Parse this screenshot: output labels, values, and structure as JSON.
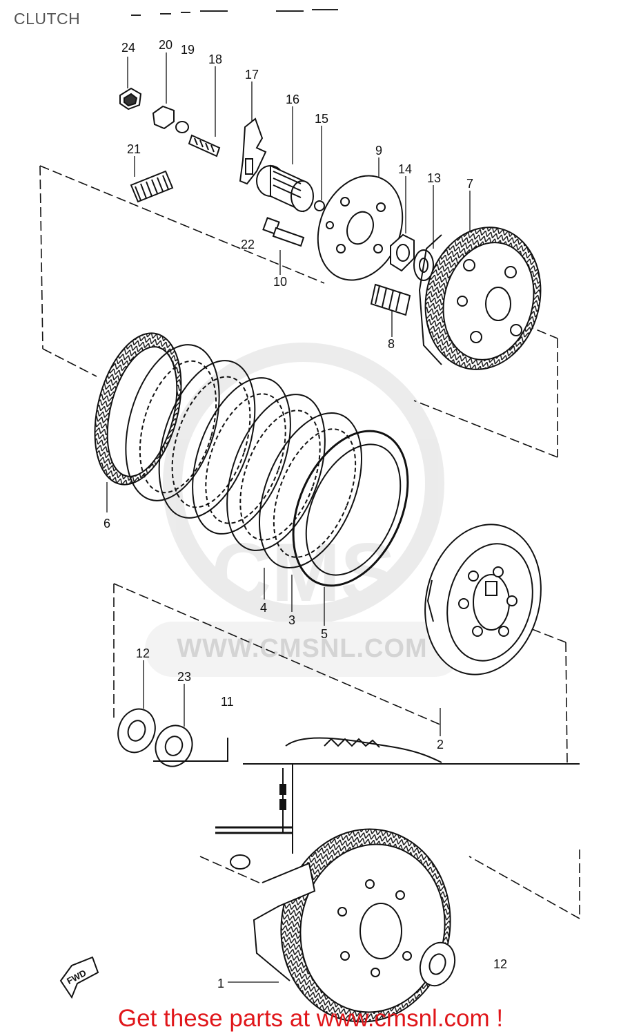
{
  "page": {
    "title": "CLUTCH",
    "watermark": "WWW.CMSNL.COM",
    "watermark_logo": "CMS",
    "footer": "Get these parts at www.cmsnl.com !",
    "fwd_label": "FWD"
  },
  "colors": {
    "footer_text": "#e0161a",
    "title_text": "#555555",
    "line_art": "#111111",
    "watermark": "#d9d9d9"
  },
  "callouts": [
    {
      "id": "label-24",
      "text": "24"
    },
    {
      "id": "label-20",
      "text": "20"
    },
    {
      "id": "label-19",
      "text": "19"
    },
    {
      "id": "label-18",
      "text": "18"
    },
    {
      "id": "label-17",
      "text": "17"
    },
    {
      "id": "label-16",
      "text": "16"
    },
    {
      "id": "label-15",
      "text": "15"
    },
    {
      "id": "label-9",
      "text": "9"
    },
    {
      "id": "label-14",
      "text": "14"
    },
    {
      "id": "label-13",
      "text": "13"
    },
    {
      "id": "label-7",
      "text": "7"
    },
    {
      "id": "label-21",
      "text": "21"
    },
    {
      "id": "label-22",
      "text": "22"
    },
    {
      "id": "label-10",
      "text": "10"
    },
    {
      "id": "label-8",
      "text": "8"
    },
    {
      "id": "label-6",
      "text": "6"
    },
    {
      "id": "label-4",
      "text": "4"
    },
    {
      "id": "label-3",
      "text": "3"
    },
    {
      "id": "label-5",
      "text": "5"
    },
    {
      "id": "label-12a",
      "text": "12"
    },
    {
      "id": "label-23",
      "text": "23"
    },
    {
      "id": "label-11",
      "text": "11"
    },
    {
      "id": "label-2",
      "text": "2"
    },
    {
      "id": "label-12b",
      "text": "12"
    },
    {
      "id": "label-1",
      "text": "1"
    }
  ]
}
